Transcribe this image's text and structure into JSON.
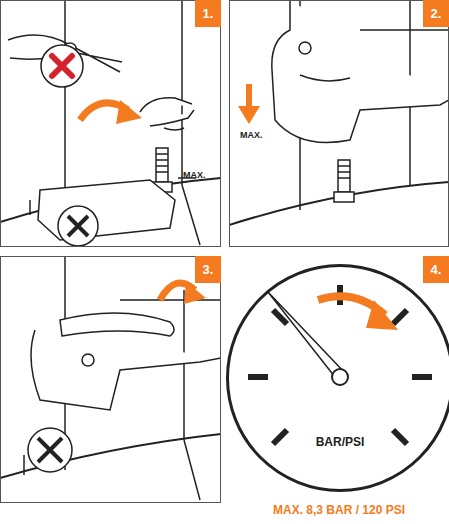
{
  "diagram": {
    "nodes": [
      {
        "text": [
          "1."
        ]
      },
      {
        "text": [
          "2."
        ]
      },
      {
        "text": [
          "3."
        ]
      },
      {
        "text": [
          "4."
        ]
      },
      {
        "text": [
          "BAR/PSI"
        ]
      }
    ],
    "labels": [
      "MAX.",
      "MAX.",
      "MAX. 8,3 BAR / 120 PSI"
    ]
  }
}
